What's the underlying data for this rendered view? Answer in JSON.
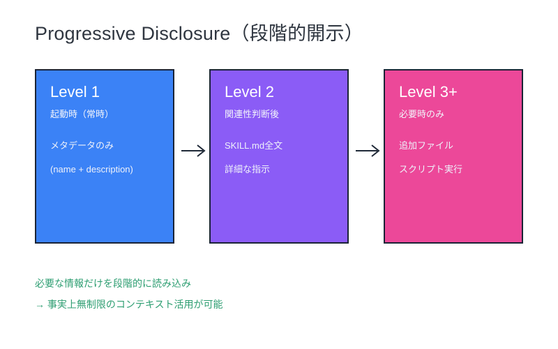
{
  "title": "Progressive Disclosure（段階的開示）",
  "cards": [
    {
      "level": "Level 1",
      "when": "起動時（常時）",
      "details": [
        "メタデータのみ",
        "(name + description)"
      ],
      "color": "#3b82f6",
      "border_color": "#1b2436"
    },
    {
      "level": "Level 2",
      "when": "関連性判断後",
      "details": [
        "SKILL.md全文",
        "詳細な指示"
      ],
      "color": "#8b5cf6",
      "border_color": "#1b2436"
    },
    {
      "level": "Level 3+",
      "when": "必要時のみ",
      "details": [
        "追加ファイル",
        "スクリプト実行"
      ],
      "color": "#ec4899",
      "border_color": "#1b2436"
    }
  ],
  "arrows": [
    {
      "glyph": "→",
      "name": "arrow-level1-to-level2"
    },
    {
      "glyph": "→",
      "name": "arrow-level2-to-level3"
    }
  ],
  "footer": {
    "lines": [
      "必要な情報だけを段階的に読み込み",
      "→ 事実上無制限のコンテキスト活用が可能"
    ],
    "color": "#2e9e72"
  },
  "background_color": "#ffffff",
  "title_color": "#2f3640"
}
